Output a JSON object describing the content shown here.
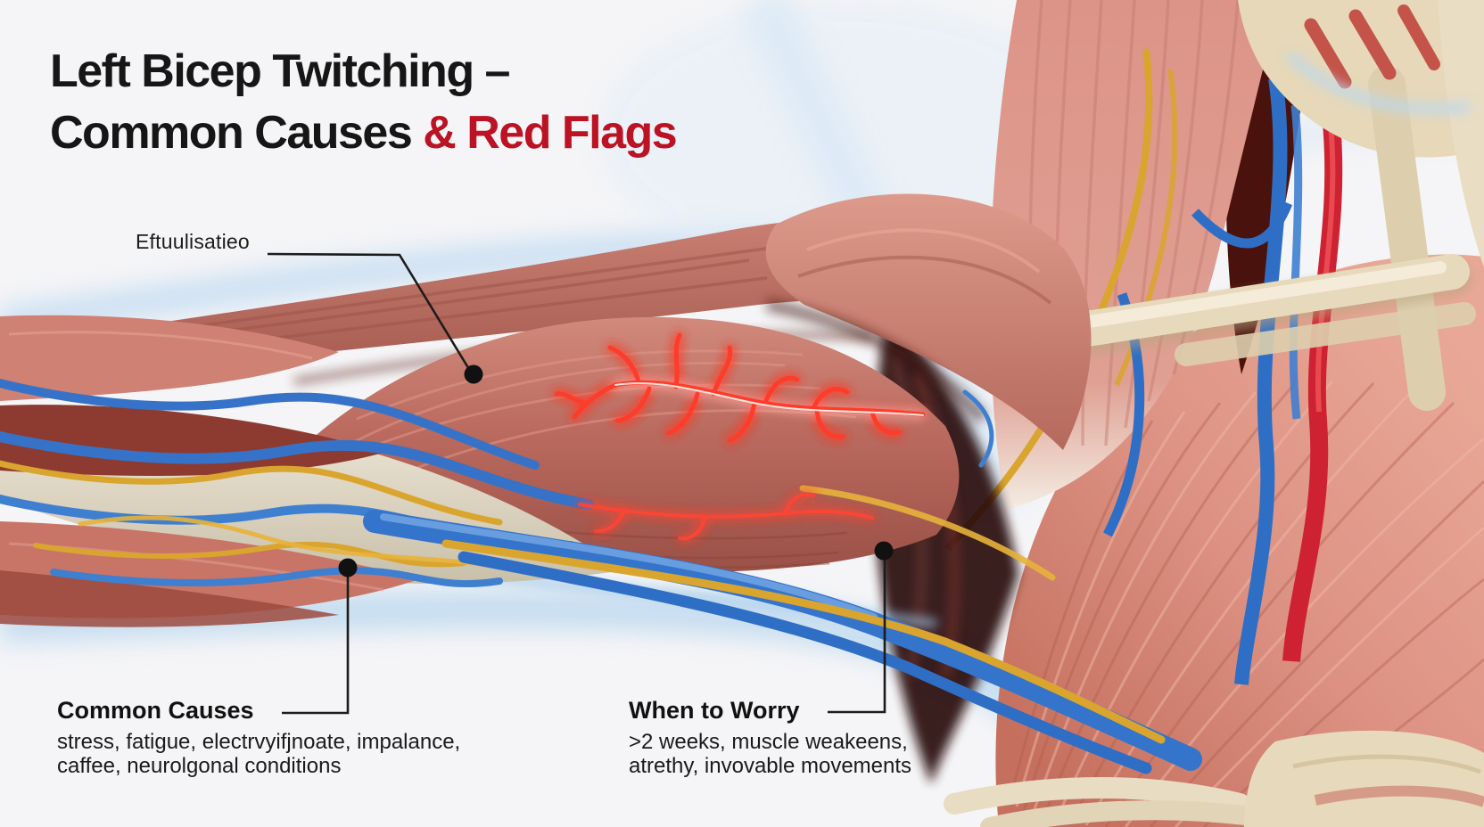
{
  "title": {
    "line1": "Left Bicep Twitching –",
    "line2_black": "Common Causes ",
    "line2_red": "& Red Flags"
  },
  "annotations": {
    "muscle_label": "Eftuulisatieo",
    "common_causes": {
      "heading": "Common Causes",
      "line1": "stress, fatigue, electrvyifjnoate, impalance,",
      "line2": "caffee, neurolgonal conditions"
    },
    "when_to_worry": {
      "heading": "When to Worry",
      "line1": ">2 weeks, muscle weakeens,",
      "line2": "atrethy, invovable movements"
    }
  },
  "colors": {
    "background": "#f5f5f7",
    "title_text": "#161616",
    "title_accent_red": "#bb1224",
    "annotation_text": "#141414",
    "callout_line": "#1c1c1c",
    "muscle_red": "#c07265",
    "muscle_light": "#e7a294",
    "muscle_dark": "#8d3a31",
    "tendon_beige": "#d8d0bd",
    "bone_beige": "#e8dbbb",
    "nerve_blue": "#3673c8",
    "nerve_yellow": "#d9a52e",
    "artery_red": "#ce2232",
    "twitch_glow_red": "#ff3b2a",
    "halo_blue": "#c3dcf2"
  }
}
